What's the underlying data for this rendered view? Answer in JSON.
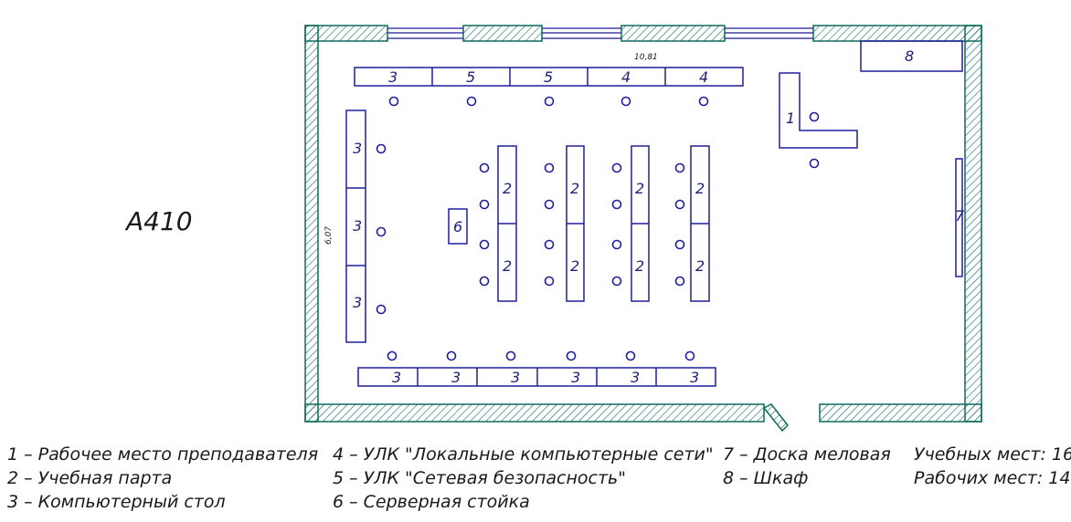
{
  "room": {
    "name": "А410"
  },
  "dimensions": {
    "width_label": "10,81",
    "height_label": "6,07"
  },
  "colors": {
    "wall": "#0d6b5e",
    "furniture": "#1f1f9c",
    "text": "#1a1a1a"
  },
  "furniture": {
    "top_tables": [
      "3",
      "5",
      "5",
      "4",
      "4"
    ],
    "left_tables": [
      "3",
      "3",
      "3"
    ],
    "bottom_tables": [
      "3",
      "3",
      "3",
      "3",
      "3",
      "3"
    ],
    "desk_columns": [
      [
        "2",
        "2"
      ],
      [
        "2",
        "2"
      ],
      [
        "2",
        "2"
      ],
      [
        "2",
        "2"
      ]
    ],
    "teacher_label": "1",
    "server_label": "6",
    "board_label": "7",
    "cabinet_label": "8"
  },
  "legend": {
    "col1": [
      "1 – Рабочее место преподавателя",
      "2 – Учебная парта",
      "3 – Компьютерный стол"
    ],
    "col2": [
      "4 – УЛК \"Локальные компьютерные сети\"",
      "5 – УЛК \"Сетевая безопасность\"",
      "6 – Серверная стойка"
    ],
    "col3": [
      "7 – Доска меловая",
      "8 – Шкаф"
    ],
    "col4": [
      "Учебных мест: 16",
      "Рабочих мест: 14"
    ]
  }
}
